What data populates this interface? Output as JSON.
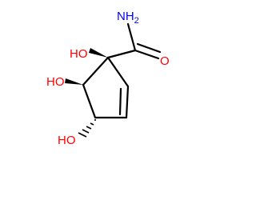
{
  "molecule": {
    "atoms": [
      {
        "id": "n1",
        "element": "N",
        "label": "NH",
        "subscript": "2",
        "color": "#0000ff"
      },
      {
        "id": "o1",
        "element": "O",
        "label": "O",
        "color": "#ff0000"
      },
      {
        "id": "oh1",
        "element": "O",
        "label": "HO",
        "color": "#ff0000"
      },
      {
        "id": "oh2",
        "element": "O",
        "label": "HO",
        "color": "#ff0000"
      },
      {
        "id": "oh3",
        "element": "O",
        "label": "HO",
        "color": "#ff0000"
      }
    ],
    "bond_color": "#000000",
    "stereo_bonds": [
      "wedge",
      "wedge",
      "hash"
    ]
  }
}
